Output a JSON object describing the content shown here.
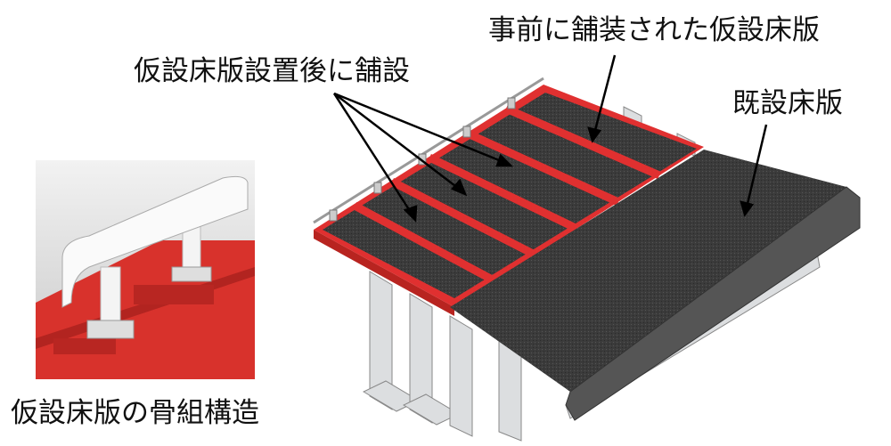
{
  "labels": {
    "pre_paved_temporary_deck": "事前に舗装された仮設床版",
    "paved_after_installation": "仮設床版設置後に舗設",
    "existing_deck": "既設床版",
    "temporary_deck_frame_structure": "仮設床版の骨組構造"
  },
  "colors": {
    "frame_red": "#e03030",
    "asphalt": "#3a3a3a",
    "steel": "#d8dadc",
    "inset_bg": "#d9d9d9"
  }
}
